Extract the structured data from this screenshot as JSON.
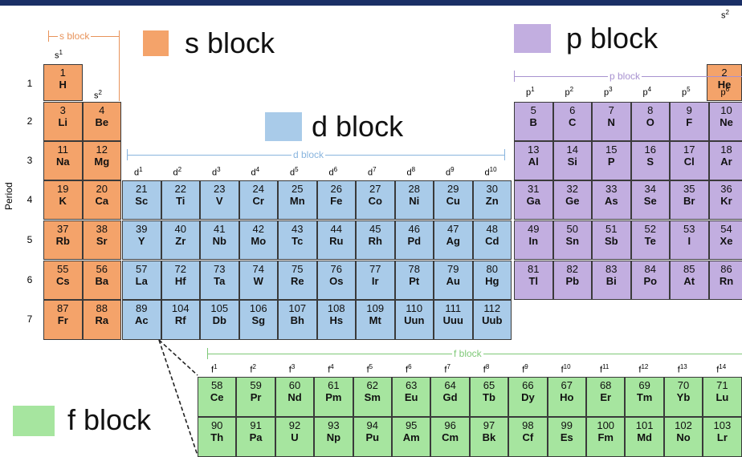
{
  "colors": {
    "s": "#f4a36a",
    "p": "#c2aee0",
    "d": "#a9cbe9",
    "f": "#a6e59f",
    "topbar": "#1a2f66",
    "s_line": "#e8935a",
    "p_line": "#a892d0",
    "d_line": "#88b4de",
    "f_line": "#7ec877"
  },
  "legend": {
    "s": "s block",
    "p": "p block",
    "d": "d block",
    "f": "f block"
  },
  "brackets": {
    "s": "s block",
    "p": "p block",
    "d": "d block",
    "f": "f block"
  },
  "period_axis": "Period",
  "periods": [
    "1",
    "2",
    "3",
    "4",
    "5",
    "6",
    "7"
  ],
  "sublabels": {
    "s": [
      {
        "base": "s",
        "sup": "1"
      },
      {
        "base": "s",
        "sup": "2"
      }
    ],
    "he": {
      "base": "s",
      "sup": "2"
    },
    "p": [
      {
        "base": "p",
        "sup": "1"
      },
      {
        "base": "p",
        "sup": "2"
      },
      {
        "base": "p",
        "sup": "3"
      },
      {
        "base": "p",
        "sup": "4"
      },
      {
        "base": "p",
        "sup": "5"
      },
      {
        "base": "p",
        "sup": "6"
      }
    ],
    "d": [
      {
        "base": "d",
        "sup": "1"
      },
      {
        "base": "d",
        "sup": "2"
      },
      {
        "base": "d",
        "sup": "3"
      },
      {
        "base": "d",
        "sup": "4"
      },
      {
        "base": "d",
        "sup": "5"
      },
      {
        "base": "d",
        "sup": "6"
      },
      {
        "base": "d",
        "sup": "7"
      },
      {
        "base": "d",
        "sup": "8"
      },
      {
        "base": "d",
        "sup": "9"
      },
      {
        "base": "d",
        "sup": "10"
      }
    ],
    "f": [
      {
        "base": "f",
        "sup": "1"
      },
      {
        "base": "f",
        "sup": "2"
      },
      {
        "base": "f",
        "sup": "3"
      },
      {
        "base": "f",
        "sup": "4"
      },
      {
        "base": "f",
        "sup": "5"
      },
      {
        "base": "f",
        "sup": "6"
      },
      {
        "base": "f",
        "sup": "7"
      },
      {
        "base": "f",
        "sup": "8"
      },
      {
        "base": "f",
        "sup": "9"
      },
      {
        "base": "f",
        "sup": "10"
      },
      {
        "base": "f",
        "sup": "11"
      },
      {
        "base": "f",
        "sup": "12"
      },
      {
        "base": "f",
        "sup": "13"
      },
      {
        "base": "f",
        "sup": "14"
      }
    ]
  },
  "elements": [
    {
      "n": "1",
      "s": "H",
      "block": "s",
      "period": 1,
      "group": 1
    },
    {
      "n": "2",
      "s": "He",
      "block": "s",
      "period": 1,
      "group": 18
    },
    {
      "n": "3",
      "s": "Li",
      "block": "s",
      "period": 2,
      "group": 1
    },
    {
      "n": "4",
      "s": "Be",
      "block": "s",
      "period": 2,
      "group": 2
    },
    {
      "n": "5",
      "s": "B",
      "block": "p",
      "period": 2,
      "group": 13
    },
    {
      "n": "6",
      "s": "C",
      "block": "p",
      "period": 2,
      "group": 14
    },
    {
      "n": "7",
      "s": "N",
      "block": "p",
      "period": 2,
      "group": 15
    },
    {
      "n": "8",
      "s": "O",
      "block": "p",
      "period": 2,
      "group": 16
    },
    {
      "n": "9",
      "s": "F",
      "block": "p",
      "period": 2,
      "group": 17
    },
    {
      "n": "10",
      "s": "Ne",
      "block": "p",
      "period": 2,
      "group": 18
    },
    {
      "n": "11",
      "s": "Na",
      "block": "s",
      "period": 3,
      "group": 1
    },
    {
      "n": "12",
      "s": "Mg",
      "block": "s",
      "period": 3,
      "group": 2
    },
    {
      "n": "13",
      "s": "Al",
      "block": "p",
      "period": 3,
      "group": 13
    },
    {
      "n": "14",
      "s": "Si",
      "block": "p",
      "period": 3,
      "group": 14
    },
    {
      "n": "15",
      "s": "P",
      "block": "p",
      "period": 3,
      "group": 15
    },
    {
      "n": "16",
      "s": "S",
      "block": "p",
      "period": 3,
      "group": 16
    },
    {
      "n": "17",
      "s": "Cl",
      "block": "p",
      "period": 3,
      "group": 17
    },
    {
      "n": "18",
      "s": "Ar",
      "block": "p",
      "period": 3,
      "group": 18
    },
    {
      "n": "19",
      "s": "K",
      "block": "s",
      "period": 4,
      "group": 1
    },
    {
      "n": "20",
      "s": "Ca",
      "block": "s",
      "period": 4,
      "group": 2
    },
    {
      "n": "21",
      "s": "Sc",
      "block": "d",
      "period": 4,
      "group": 3
    },
    {
      "n": "22",
      "s": "Ti",
      "block": "d",
      "period": 4,
      "group": 4
    },
    {
      "n": "23",
      "s": "V",
      "block": "d",
      "period": 4,
      "group": 5
    },
    {
      "n": "24",
      "s": "Cr",
      "block": "d",
      "period": 4,
      "group": 6
    },
    {
      "n": "25",
      "s": "Mn",
      "block": "d",
      "period": 4,
      "group": 7
    },
    {
      "n": "26",
      "s": "Fe",
      "block": "d",
      "period": 4,
      "group": 8
    },
    {
      "n": "27",
      "s": "Co",
      "block": "d",
      "period": 4,
      "group": 9
    },
    {
      "n": "28",
      "s": "Ni",
      "block": "d",
      "period": 4,
      "group": 10
    },
    {
      "n": "29",
      "s": "Cu",
      "block": "d",
      "period": 4,
      "group": 11
    },
    {
      "n": "30",
      "s": "Zn",
      "block": "d",
      "period": 4,
      "group": 12
    },
    {
      "n": "31",
      "s": "Ga",
      "block": "p",
      "period": 4,
      "group": 13
    },
    {
      "n": "32",
      "s": "Ge",
      "block": "p",
      "period": 4,
      "group": 14
    },
    {
      "n": "33",
      "s": "As",
      "block": "p",
      "period": 4,
      "group": 15
    },
    {
      "n": "34",
      "s": "Se",
      "block": "p",
      "period": 4,
      "group": 16
    },
    {
      "n": "35",
      "s": "Br",
      "block": "p",
      "period": 4,
      "group": 17
    },
    {
      "n": "36",
      "s": "Kr",
      "block": "p",
      "period": 4,
      "group": 18
    },
    {
      "n": "37",
      "s": "Rb",
      "block": "s",
      "period": 5,
      "group": 1
    },
    {
      "n": "38",
      "s": "Sr",
      "block": "s",
      "period": 5,
      "group": 2
    },
    {
      "n": "39",
      "s": "Y",
      "block": "d",
      "period": 5,
      "group": 3
    },
    {
      "n": "40",
      "s": "Zr",
      "block": "d",
      "period": 5,
      "group": 4
    },
    {
      "n": "41",
      "s": "Nb",
      "block": "d",
      "period": 5,
      "group": 5
    },
    {
      "n": "42",
      "s": "Mo",
      "block": "d",
      "period": 5,
      "group": 6
    },
    {
      "n": "43",
      "s": "Tc",
      "block": "d",
      "period": 5,
      "group": 7
    },
    {
      "n": "44",
      "s": "Ru",
      "block": "d",
      "period": 5,
      "group": 8
    },
    {
      "n": "45",
      "s": "Rh",
      "block": "d",
      "period": 5,
      "group": 9
    },
    {
      "n": "46",
      "s": "Pd",
      "block": "d",
      "period": 5,
      "group": 10
    },
    {
      "n": "47",
      "s": "Ag",
      "block": "d",
      "period": 5,
      "group": 11
    },
    {
      "n": "48",
      "s": "Cd",
      "block": "d",
      "period": 5,
      "group": 12
    },
    {
      "n": "49",
      "s": "In",
      "block": "p",
      "period": 5,
      "group": 13
    },
    {
      "n": "50",
      "s": "Sn",
      "block": "p",
      "period": 5,
      "group": 14
    },
    {
      "n": "51",
      "s": "Sb",
      "block": "p",
      "period": 5,
      "group": 15
    },
    {
      "n": "52",
      "s": "Te",
      "block": "p",
      "period": 5,
      "group": 16
    },
    {
      "n": "53",
      "s": "I",
      "block": "p",
      "period": 5,
      "group": 17
    },
    {
      "n": "54",
      "s": "Xe",
      "block": "p",
      "period": 5,
      "group": 18
    },
    {
      "n": "55",
      "s": "Cs",
      "block": "s",
      "period": 6,
      "group": 1
    },
    {
      "n": "56",
      "s": "Ba",
      "block": "s",
      "period": 6,
      "group": 2
    },
    {
      "n": "57",
      "s": "La",
      "block": "d",
      "period": 6,
      "group": 3
    },
    {
      "n": "72",
      "s": "Hf",
      "block": "d",
      "period": 6,
      "group": 4
    },
    {
      "n": "73",
      "s": "Ta",
      "block": "d",
      "period": 6,
      "group": 5
    },
    {
      "n": "74",
      "s": "W",
      "block": "d",
      "period": 6,
      "group": 6
    },
    {
      "n": "75",
      "s": "Re",
      "block": "d",
      "period": 6,
      "group": 7
    },
    {
      "n": "76",
      "s": "Os",
      "block": "d",
      "period": 6,
      "group": 8
    },
    {
      "n": "77",
      "s": "Ir",
      "block": "d",
      "period": 6,
      "group": 9
    },
    {
      "n": "78",
      "s": "Pt",
      "block": "d",
      "period": 6,
      "group": 10
    },
    {
      "n": "79",
      "s": "Au",
      "block": "d",
      "period": 6,
      "group": 11
    },
    {
      "n": "80",
      "s": "Hg",
      "block": "d",
      "period": 6,
      "group": 12
    },
    {
      "n": "81",
      "s": "Tl",
      "block": "p",
      "period": 6,
      "group": 13
    },
    {
      "n": "82",
      "s": "Pb",
      "block": "p",
      "period": 6,
      "group": 14
    },
    {
      "n": "83",
      "s": "Bi",
      "block": "p",
      "period": 6,
      "group": 15
    },
    {
      "n": "84",
      "s": "Po",
      "block": "p",
      "period": 6,
      "group": 16
    },
    {
      "n": "85",
      "s": "At",
      "block": "p",
      "period": 6,
      "group": 17
    },
    {
      "n": "86",
      "s": "Rn",
      "block": "p",
      "period": 6,
      "group": 18
    },
    {
      "n": "87",
      "s": "Fr",
      "block": "s",
      "period": 7,
      "group": 1
    },
    {
      "n": "88",
      "s": "Ra",
      "block": "s",
      "period": 7,
      "group": 2
    },
    {
      "n": "89",
      "s": "Ac",
      "block": "d",
      "period": 7,
      "group": 3
    },
    {
      "n": "104",
      "s": "Rf",
      "block": "d",
      "period": 7,
      "group": 4
    },
    {
      "n": "105",
      "s": "Db",
      "block": "d",
      "period": 7,
      "group": 5
    },
    {
      "n": "106",
      "s": "Sg",
      "block": "d",
      "period": 7,
      "group": 6
    },
    {
      "n": "107",
      "s": "Bh",
      "block": "d",
      "period": 7,
      "group": 7
    },
    {
      "n": "108",
      "s": "Hs",
      "block": "d",
      "period": 7,
      "group": 8
    },
    {
      "n": "109",
      "s": "Mt",
      "block": "d",
      "period": 7,
      "group": 9
    },
    {
      "n": "110",
      "s": "Uun",
      "block": "d",
      "period": 7,
      "group": 10
    },
    {
      "n": "111",
      "s": "Uuu",
      "block": "d",
      "period": 7,
      "group": 11
    },
    {
      "n": "112",
      "s": "Uub",
      "block": "d",
      "period": 7,
      "group": 12
    }
  ],
  "f_rows": [
    [
      {
        "n": "58",
        "s": "Ce"
      },
      {
        "n": "59",
        "s": "Pr"
      },
      {
        "n": "60",
        "s": "Nd"
      },
      {
        "n": "61",
        "s": "Pm"
      },
      {
        "n": "62",
        "s": "Sm"
      },
      {
        "n": "63",
        "s": "Eu"
      },
      {
        "n": "64",
        "s": "Gd"
      },
      {
        "n": "65",
        "s": "Tb"
      },
      {
        "n": "66",
        "s": "Dy"
      },
      {
        "n": "67",
        "s": "Ho"
      },
      {
        "n": "68",
        "s": "Er"
      },
      {
        "n": "69",
        "s": "Tm"
      },
      {
        "n": "70",
        "s": "Yb"
      },
      {
        "n": "71",
        "s": "Lu"
      }
    ],
    [
      {
        "n": "90",
        "s": "Th"
      },
      {
        "n": "91",
        "s": "Pa"
      },
      {
        "n": "92",
        "s": "U"
      },
      {
        "n": "93",
        "s": "Np"
      },
      {
        "n": "94",
        "s": "Pu"
      },
      {
        "n": "95",
        "s": "Am"
      },
      {
        "n": "96",
        "s": "Cm"
      },
      {
        "n": "97",
        "s": "Bk"
      },
      {
        "n": "98",
        "s": "Cf"
      },
      {
        "n": "99",
        "s": "Es"
      },
      {
        "n": "100",
        "s": "Fm"
      },
      {
        "n": "101",
        "s": "Md"
      },
      {
        "n": "102",
        "s": "No"
      },
      {
        "n": "103",
        "s": "Lr"
      }
    ]
  ]
}
